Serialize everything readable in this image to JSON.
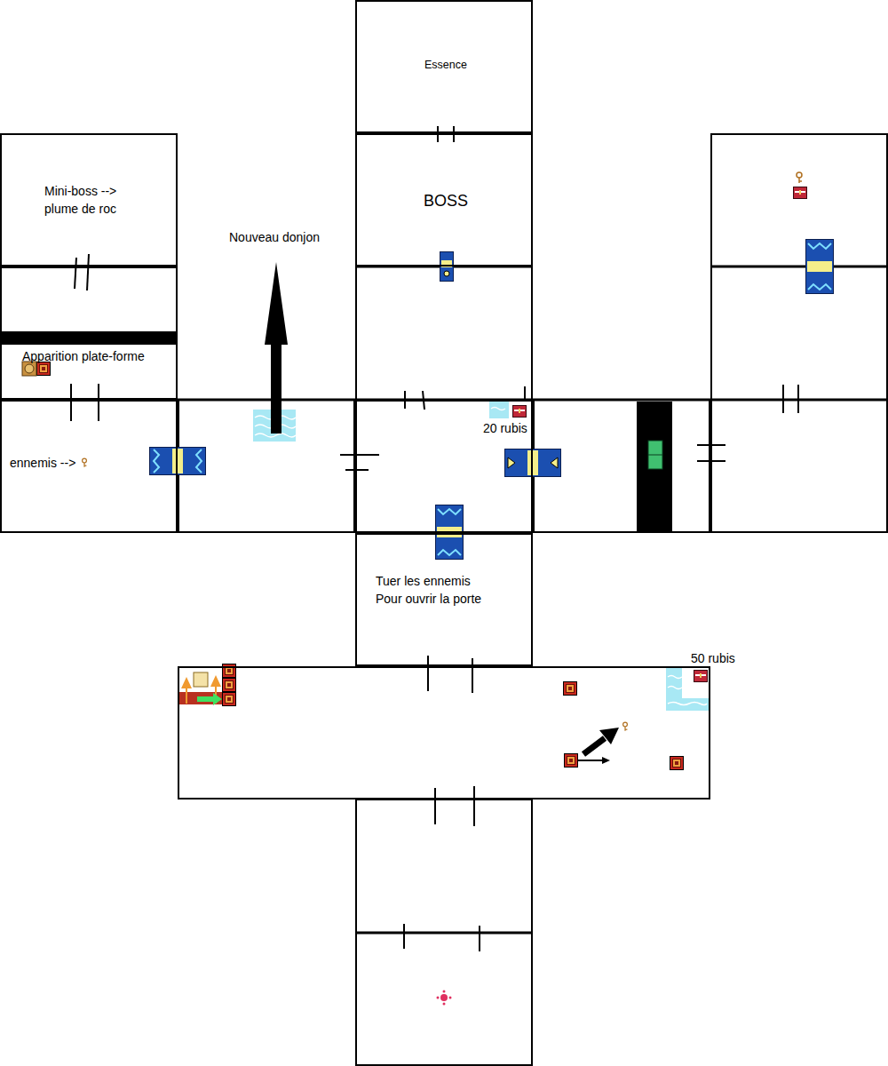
{
  "diagram": {
    "nodes": [
      {
        "text": [
          "Essence"
        ]
      },
      {
        "text": [
          "BOSS"
        ]
      },
      {
        "text": [
          "Mini-boss --> plume de roc"
        ]
      },
      {
        "text": [
          "Apparition plate-forme"
        ]
      },
      {
        "text": [
          "ennemis -->"
        ]
      },
      {
        "text": [
          "20 rubis"
        ]
      },
      {
        "text": [
          "Tuer les ennemis Pour ouvrir la porte"
        ]
      },
      {
        "text": [
          "50 rubis"
        ]
      }
    ],
    "labels": [
      "Nouveau donjon"
    ]
  }
}
